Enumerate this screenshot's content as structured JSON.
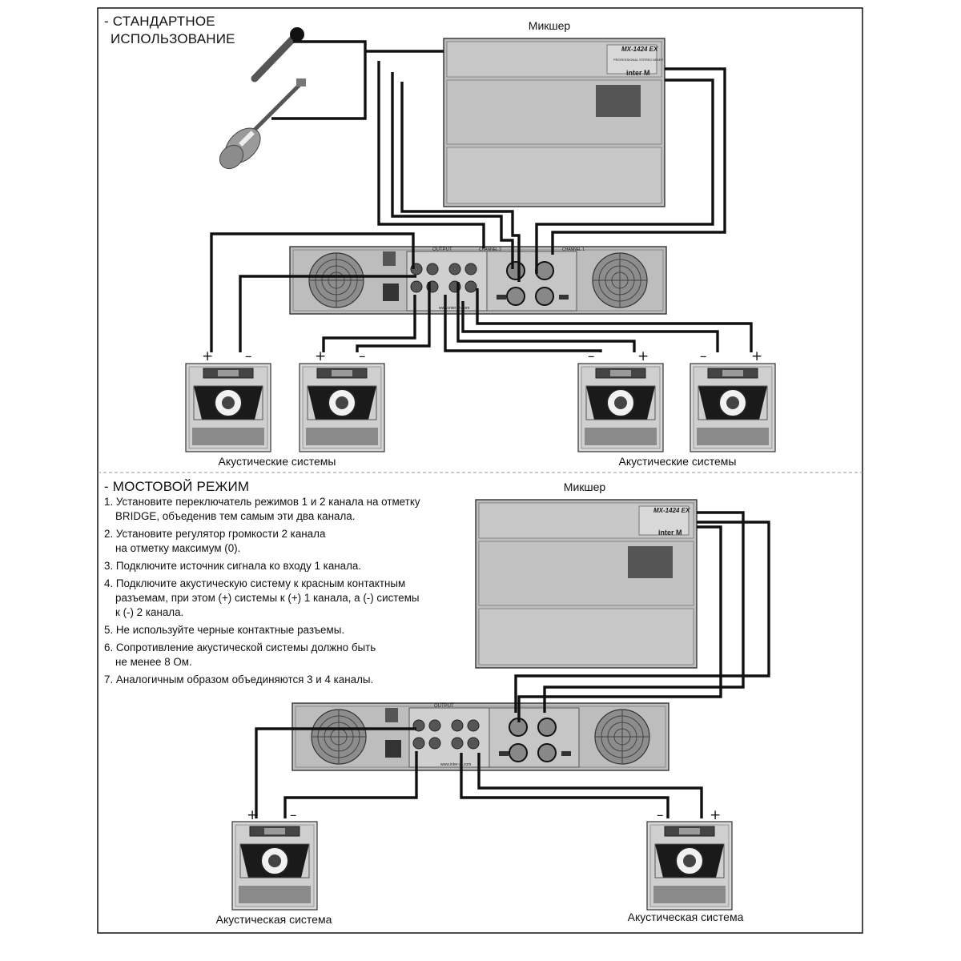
{
  "standard": {
    "title_line1": "- СТАНДАРТНОЕ",
    "title_line2": "ИСПОЛЬЗОВАНИЕ",
    "mixer_label": "Микшер",
    "speakers_left_caption": "Акустические системы",
    "speakers_right_caption": "Акустические системы"
  },
  "bridge": {
    "title": "- МОСТОВОЙ РЕЖИМ",
    "mixer_label": "Микшер",
    "speaker_left_caption": "Акустическая система",
    "speaker_right_caption": "Акустическая система",
    "steps": [
      {
        "line1": "1. Установите переключатель режимов 1 и 2 канала на отметку",
        "line2": "BRIDGE, объеденив тем самым эти два канала."
      },
      {
        "line1": "2. Установите регулятор громкости 2 канала",
        "line2": "на отметку максимум (0)."
      },
      {
        "line1": "3. Подключите источник сигнала ко входу 1 канала.",
        "line2": ""
      },
      {
        "line1": "4. Подключите акустическую систему к красным контактным",
        "line2": "разъемам, при этом (+) системы к (+) 1 канала, а (-) системы",
        "line3": "к (-) 2 канала."
      },
      {
        "line1": "5. Не используйте черные контактные разъемы.",
        "line2": ""
      },
      {
        "line1": "6. Сопротивление акустической системы должно быть",
        "line2": "не менее 8 Ом."
      },
      {
        "line1": "7. Аналогичным образом объединяются 3 и 4 каналы.",
        "line2": ""
      }
    ]
  },
  "device_markings": {
    "mixer_model": "MX-1424 EX",
    "mixer_subtitle": "PROFESSIONAL STEREO MIXER",
    "mixer_brand": "inter M",
    "amp_output": "OUTPUT",
    "amp_channel_1": "CHANNEL 1",
    "amp_channel_2": "CHANNEL 2",
    "amp_website": "www.inter-m.com"
  },
  "polarity": {
    "plus": "+",
    "minus": "–"
  },
  "colors": {
    "line": "#111111",
    "device_fill": "#bdbdbd",
    "device_dark": "#6e6e6e"
  }
}
